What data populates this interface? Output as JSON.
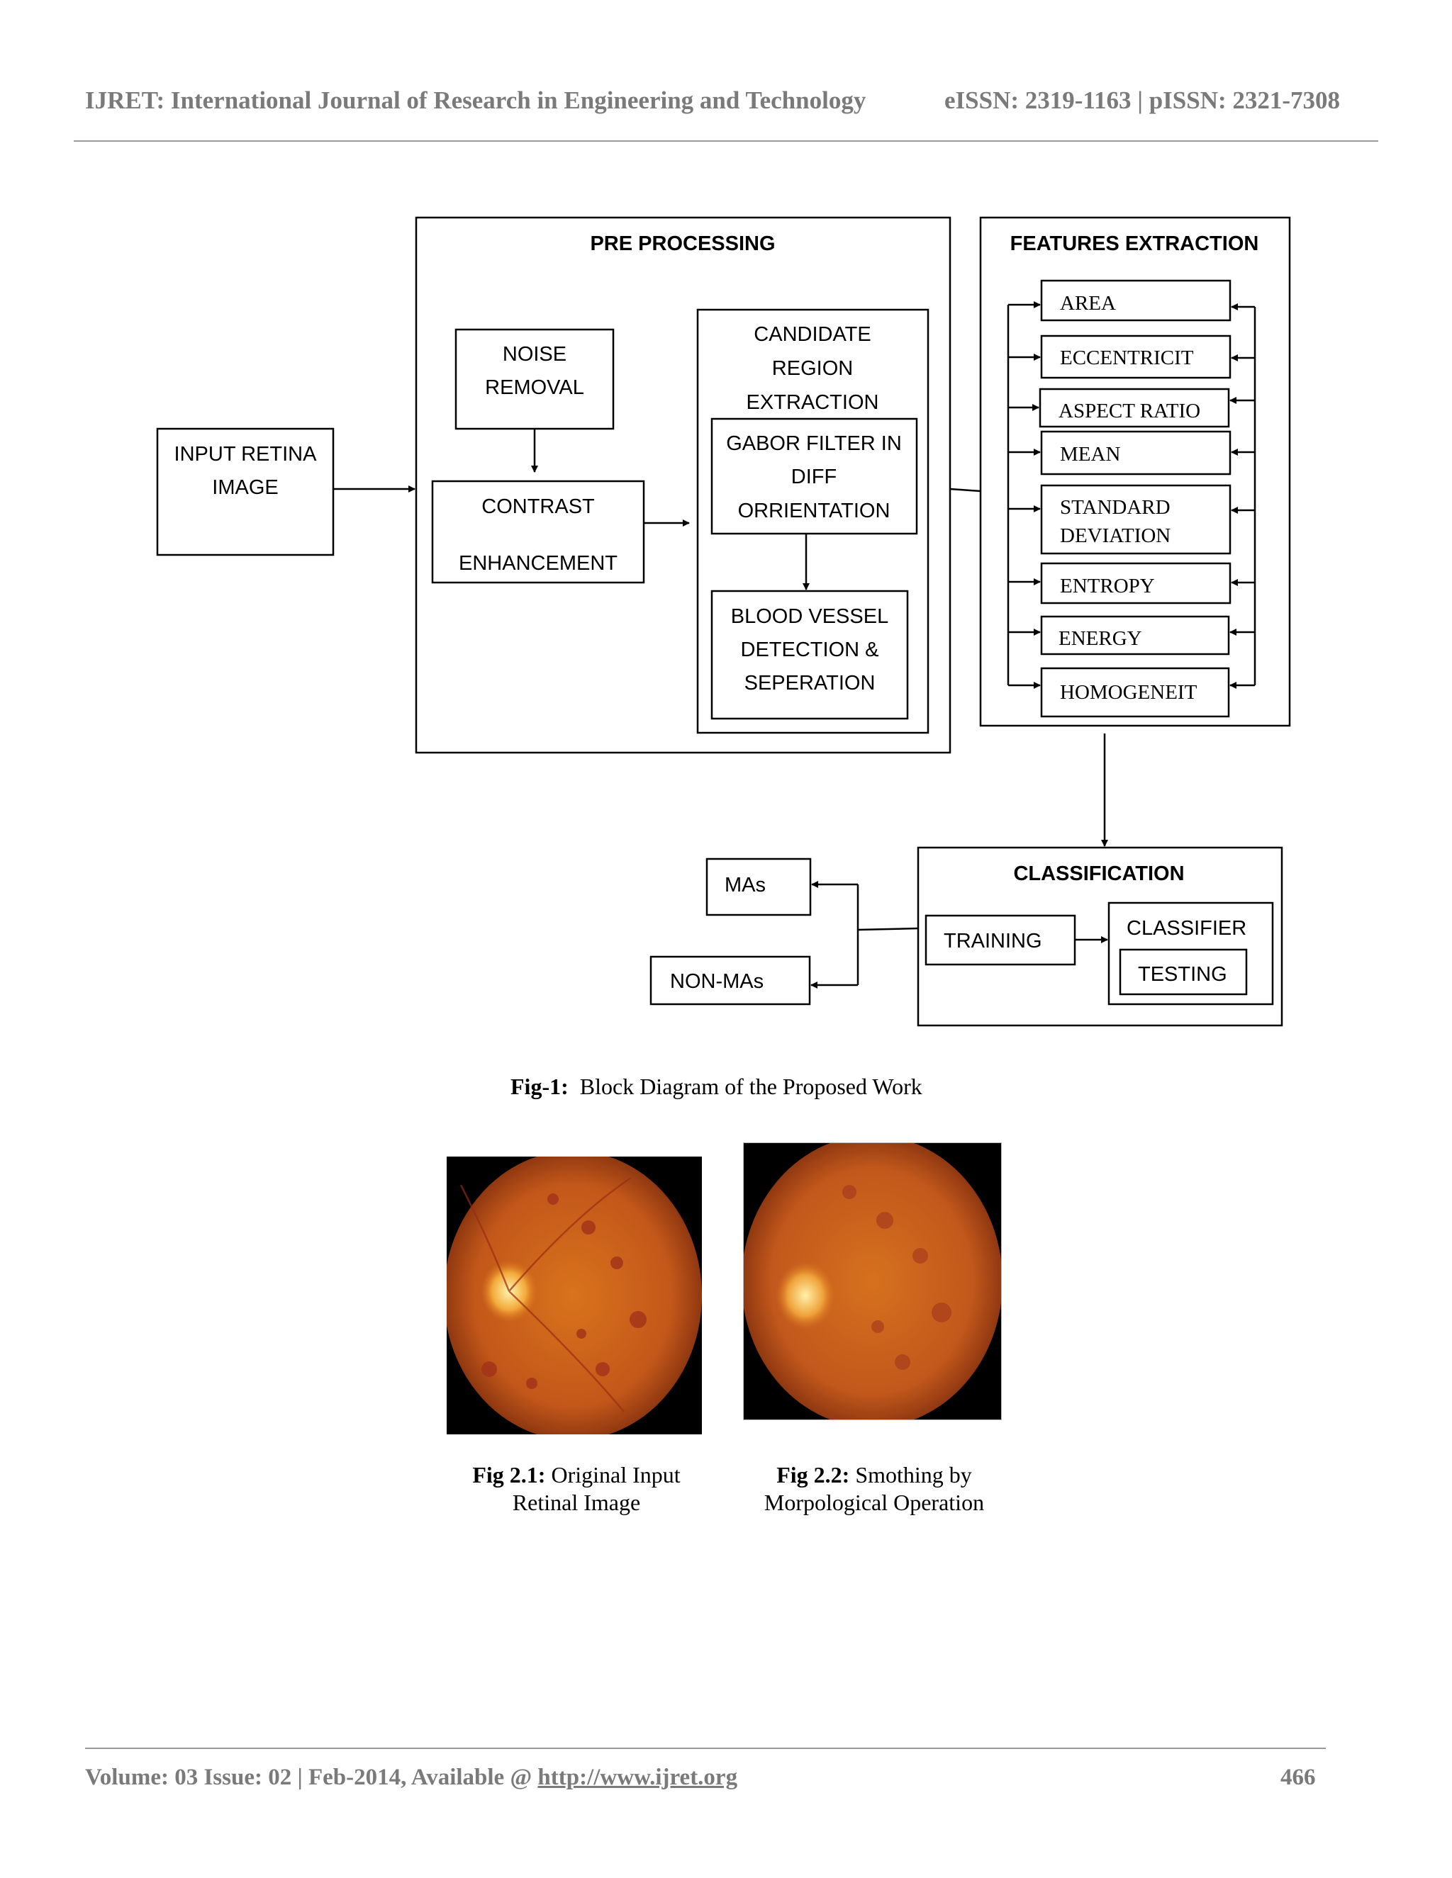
{
  "header": {
    "journal": "IJRET: International Journal of Research in Engineering and Technology",
    "issn": "eISSN: 2319-1163 | pISSN: 2321-7308"
  },
  "diagram": {
    "input": [
      "INPUT RETINA",
      "IMAGE"
    ],
    "preprocessing": {
      "title": "PRE PROCESSING",
      "noise": [
        "NOISE",
        "REMOVAL"
      ],
      "contrast": [
        "CONTRAST",
        "ENHANCEMENT"
      ],
      "candidate": [
        "CANDIDATE",
        "REGION",
        "EXTRACTION"
      ],
      "gabor": [
        "GABOR FILTER IN",
        "DIFF",
        "ORRIENTATION"
      ],
      "vessel": [
        "BLOOD VESSEL",
        "DETECTION &",
        "SEPERATION"
      ]
    },
    "features": {
      "title": "FEATURES EXTRACTION",
      "items": [
        "AREA",
        "ECCENTRICIT",
        "ASPECT RATIO",
        "MEAN",
        "STANDARD\nDEVIATION",
        "ENTROPY",
        "ENERGY",
        "HOMOGENEIT"
      ]
    },
    "classification": {
      "title": "CLASSIFICATION",
      "training": "TRAINING",
      "classifier": "CLASSIFIER",
      "testing": "TESTING"
    },
    "outputs": {
      "mas": "MAs",
      "non_mas": "NON-MAs"
    }
  },
  "fig1_caption": {
    "label": "Fig-1:",
    "text": "Block Diagram of the Proposed Work"
  },
  "fig21_caption": {
    "label": "Fig 2.1:",
    "text1": "Original Input",
    "text2": "Retinal Image"
  },
  "fig22_caption": {
    "label": "Fig 2.2:",
    "text1": "Smothing by",
    "text2": "Morpological Operation"
  },
  "footer": {
    "volume": "Volume: 03 Issue: 02 | Feb-2014, Available @ ",
    "url": "http://www.ijret.org",
    "page": "466"
  }
}
